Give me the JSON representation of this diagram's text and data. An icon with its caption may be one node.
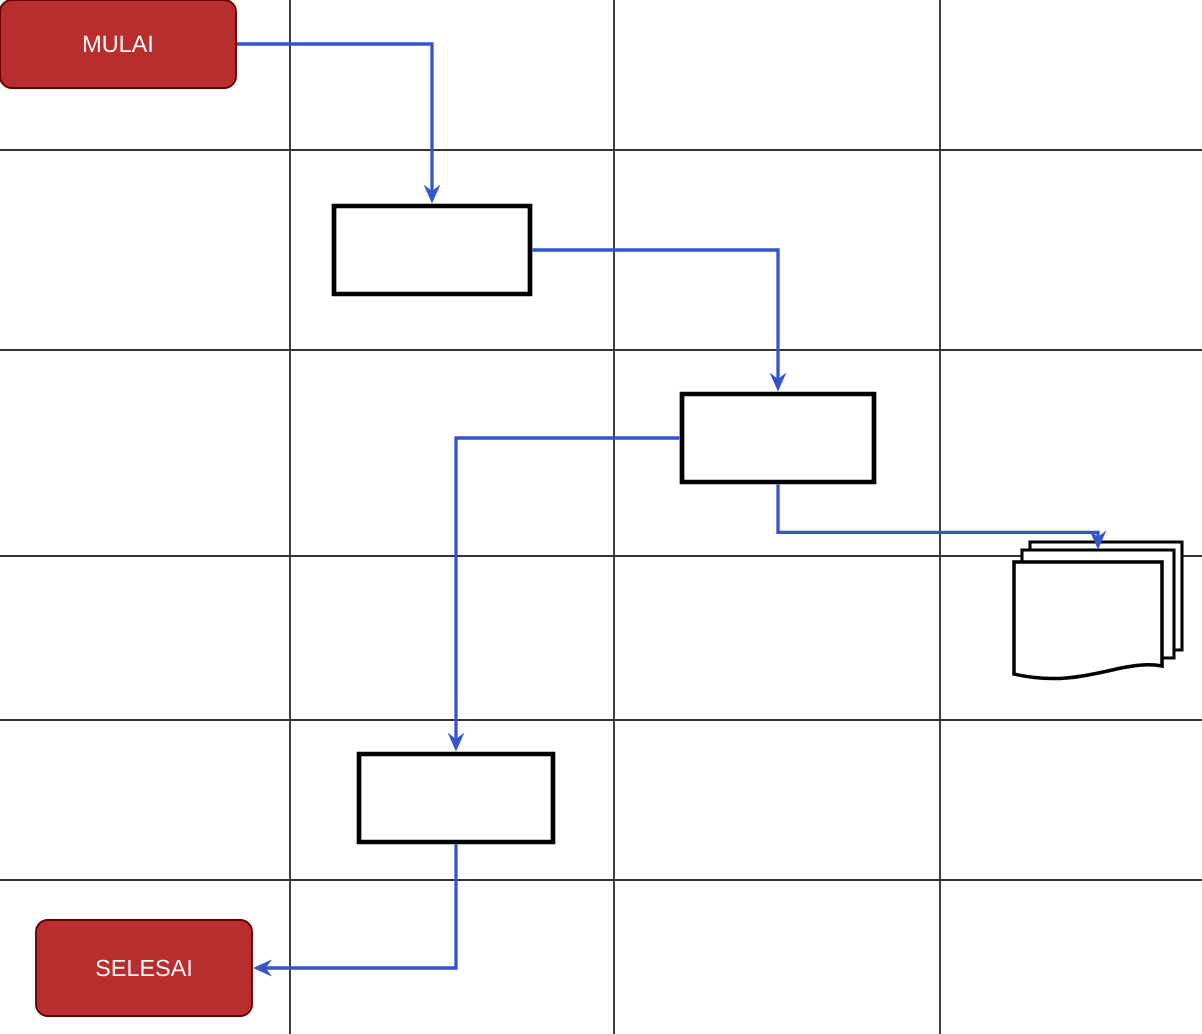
{
  "diagram": {
    "nodes": [
      {
        "text": [
          "MULAI"
        ]
      },
      {
        "text": [],
        "shape": "box"
      },
      {
        "text": [],
        "shape": "box"
      },
      {
        "text": [],
        "shape": "document"
      },
      {
        "text": [],
        "shape": "box"
      },
      {
        "text": [
          "SELESAI"
        ]
      }
    ],
    "edges": [
      {
        "from": 0,
        "to": 1,
        "arrow": "to"
      },
      {
        "from": 1,
        "to": 2,
        "arrow": "to"
      },
      {
        "from": 2,
        "to": 3,
        "arrow": "to"
      },
      {
        "from": 2,
        "to": 4,
        "arrow": "to"
      },
      {
        "from": 4,
        "to": 5,
        "arrow": "to"
      }
    ]
  }
}
